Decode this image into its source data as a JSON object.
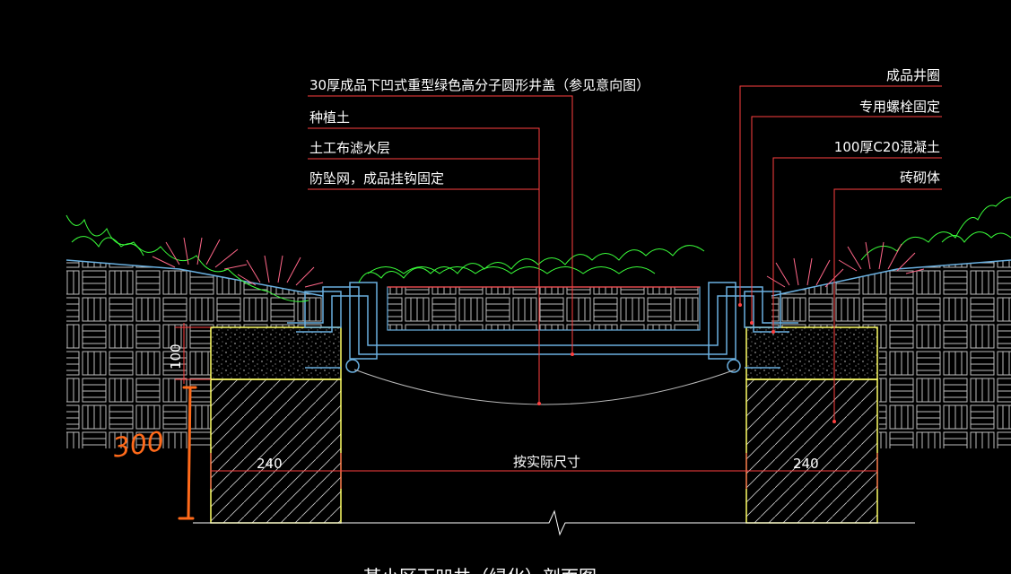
{
  "labels_left": [
    "30厚成品下凹式重型绿色高分子圆形井盖（参见意向图）",
    "种植土",
    "土工布滤水层",
    "防坠网，成品挂钩固定"
  ],
  "labels_right": [
    "成品井圈",
    "专用螺栓固定",
    "100厚C20混凝土",
    "砖砌体"
  ],
  "dimensions": {
    "left_wall": "240",
    "right_wall": "240",
    "opening": "按实际尺寸",
    "slab": "100",
    "handwritten": "300"
  },
  "title_partial": "某小区下凹井（绿化）剖面图",
  "colors": {
    "background": "#000000",
    "leader": "#ff4040",
    "cover": "#6ab0e0",
    "concrete": "#ffff66",
    "plant_green": "#3aff3a",
    "plant_red": "#ff6688",
    "annotation": "#ff6a1a"
  }
}
